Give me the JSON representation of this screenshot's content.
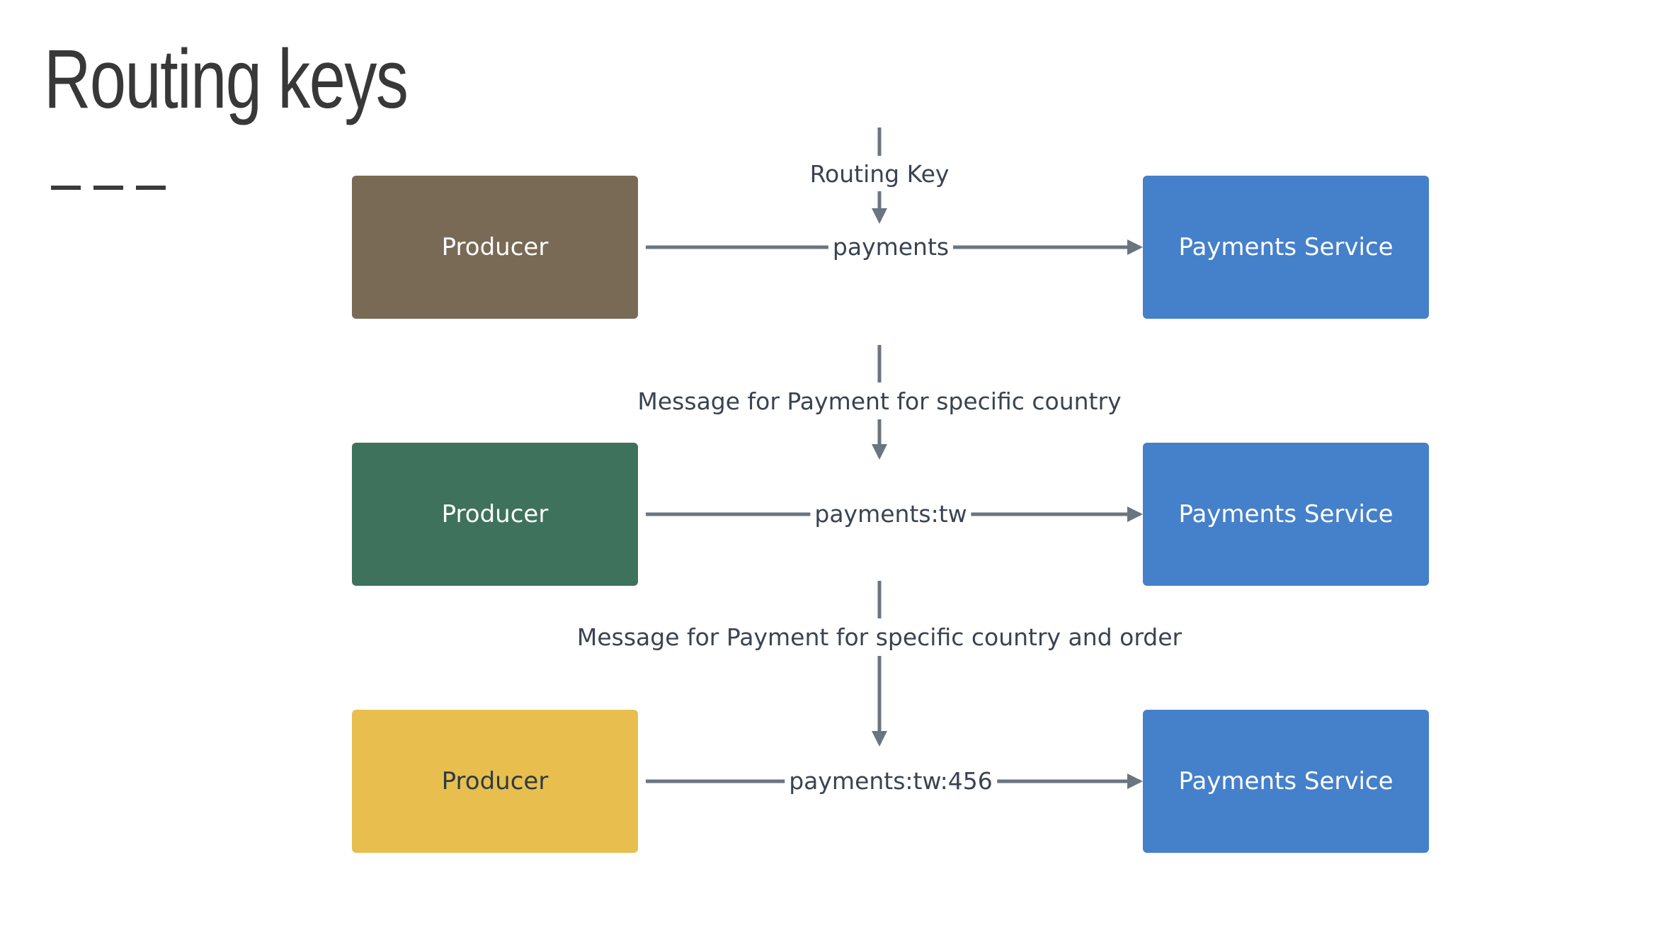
{
  "slide": {
    "title": "Routing keys"
  },
  "colors": {
    "producer_1": "#786a54",
    "producer_2": "#3e725c",
    "producer_3": "#e8bf4f",
    "service": "#4580ca",
    "arrow": "#6b7580",
    "title_text": "#383838"
  },
  "rows": [
    {
      "producer_label": "Producer",
      "routing_key": "payments",
      "service_label": "Payments Service",
      "annotation": "Routing Key"
    },
    {
      "producer_label": "Producer",
      "routing_key": "payments:tw",
      "service_label": "Payments Service",
      "annotation": "Message for Payment for specific country"
    },
    {
      "producer_label": "Producer",
      "routing_key": "payments:tw:456",
      "service_label": "Payments Service",
      "annotation": "Message for Payment for specific country and order"
    }
  ]
}
